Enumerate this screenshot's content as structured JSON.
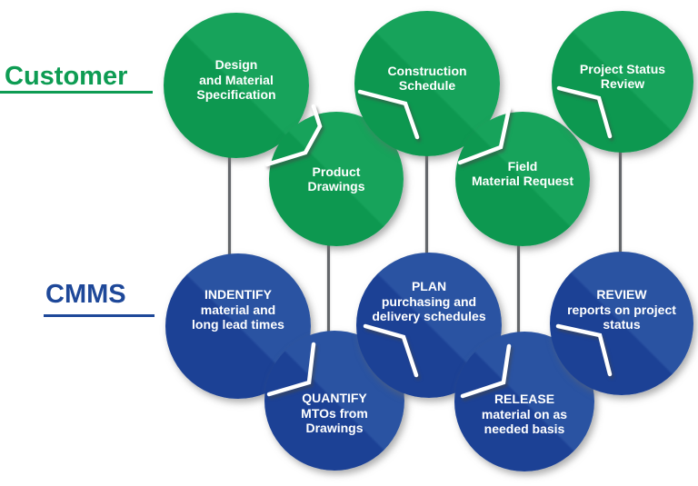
{
  "diagram": {
    "rows": [
      {
        "id": "customer",
        "label": "Customer",
        "circles": [
          {
            "name": "design-material-specification",
            "text": [
              "Design",
              "and Material",
              "Specification"
            ]
          },
          {
            "name": "product-drawings",
            "text": [
              "Product",
              "Drawings"
            ]
          },
          {
            "name": "construction-schedule",
            "text": [
              "Construction",
              "Schedule"
            ]
          },
          {
            "name": "field-material-request",
            "text": [
              "Field",
              "Material Request"
            ]
          },
          {
            "name": "project-status-review",
            "text": [
              "Project Status",
              "Review"
            ]
          }
        ]
      },
      {
        "id": "cmms",
        "label": "CMMS",
        "circles": [
          {
            "name": "identify-material-lead-times",
            "text": [
              "INDENTIFY",
              "material and",
              "long lead times"
            ]
          },
          {
            "name": "quantify-mtos-from-drawings",
            "text": [
              "QUANTIFY",
              "MTOs from",
              "Drawings"
            ]
          },
          {
            "name": "plan-purchasing-delivery",
            "text": [
              "PLAN",
              "purchasing and",
              "delivery schedules"
            ]
          },
          {
            "name": "release-material-as-needed",
            "text": [
              "RELEASE",
              "material on as",
              "needed basis"
            ]
          },
          {
            "name": "review-project-status-reports",
            "text": [
              "REVIEW",
              "reports on project",
              "status"
            ]
          }
        ]
      }
    ],
    "colors": {
      "green_dark": "#0D9850",
      "green_light": "#17A35B",
      "blue_dark": "#1C4195",
      "blue_light": "#2A53A2",
      "customer_label": "#0E9C53",
      "cmms_label": "#1E4899",
      "connector_line": "#64676B",
      "circle_text": "#FFFFFF",
      "junction_chevron": "#FFFFFF"
    }
  }
}
